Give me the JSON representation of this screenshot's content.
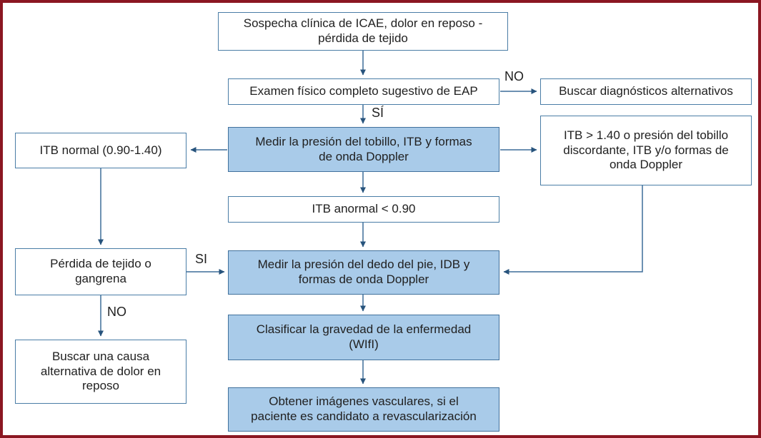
{
  "diagram": {
    "description": "Algoritmo diagnóstico de isquemia crónica amenazante de extremidad (flujograma clínico)",
    "nodes": {
      "sospecha": {
        "text": "Sospecha clínica de ICAE, dolor en reposo -\npérdida de tejido",
        "style": "plain"
      },
      "examen": {
        "text": "Examen físico completo sugestivo de EAP",
        "style": "plain"
      },
      "buscar_diag": {
        "text": "Buscar diagnósticos alternativos",
        "style": "plain"
      },
      "medir_tobillo": {
        "text": "Medir la presión del tobillo, ITB y formas\nde onda Doppler",
        "style": "primary"
      },
      "itb_normal": {
        "text": "ITB normal (0.90-1.40)",
        "style": "plain"
      },
      "itb_discordante": {
        "text": "ITB > 1.40 o presión del tobillo\ndiscordante, ITB y/o formas de\nonda Doppler",
        "style": "plain"
      },
      "itb_anormal": {
        "text": "ITB anormal < 0.90",
        "style": "plain"
      },
      "perdida": {
        "text": "Pérdida de tejido o\ngangrena",
        "style": "plain"
      },
      "medir_dedo": {
        "text": "Medir la presión del dedo del pie, IDB y\nformas de onda Doppler",
        "style": "primary"
      },
      "clasificar": {
        "text": "Clasificar la gravedad de la enfermedad\n(WIfI)",
        "style": "primary"
      },
      "buscar_causa": {
        "text": "Buscar una causa\nalternativa de dolor en\nreposo",
        "style": "plain"
      },
      "obtener": {
        "text": "Obtener imágenes vasculares, si el\npaciente es candidato a revascularización",
        "style": "primary"
      }
    },
    "edges": [
      {
        "from": "sospecha",
        "to": "examen",
        "label": ""
      },
      {
        "from": "examen",
        "to": "buscar_diag",
        "label": "NO"
      },
      {
        "from": "examen",
        "to": "medir_tobillo",
        "label": "SÍ"
      },
      {
        "from": "medir_tobillo",
        "to": "itb_normal",
        "label": ""
      },
      {
        "from": "medir_tobillo",
        "to": "itb_discordante",
        "label": ""
      },
      {
        "from": "medir_tobillo",
        "to": "itb_anormal",
        "label": ""
      },
      {
        "from": "itb_anormal",
        "to": "medir_dedo",
        "label": ""
      },
      {
        "from": "itb_normal",
        "to": "perdida",
        "label": ""
      },
      {
        "from": "perdida",
        "to": "medir_dedo",
        "label": "SI"
      },
      {
        "from": "perdida",
        "to": "buscar_causa",
        "label": "NO"
      },
      {
        "from": "itb_discordante",
        "to": "medir_dedo",
        "label": ""
      },
      {
        "from": "medir_dedo",
        "to": "clasificar",
        "label": ""
      },
      {
        "from": "clasificar",
        "to": "obtener",
        "label": ""
      }
    ],
    "colors": {
      "frame_border": "#8b1722",
      "primary_box_fill": "#a9cbe9",
      "primary_box_border": "#41719c",
      "plain_box_border": "#4a7da6",
      "arrow": "#3d6d99",
      "arrow_head": "#27537c",
      "text": "#212121"
    }
  }
}
